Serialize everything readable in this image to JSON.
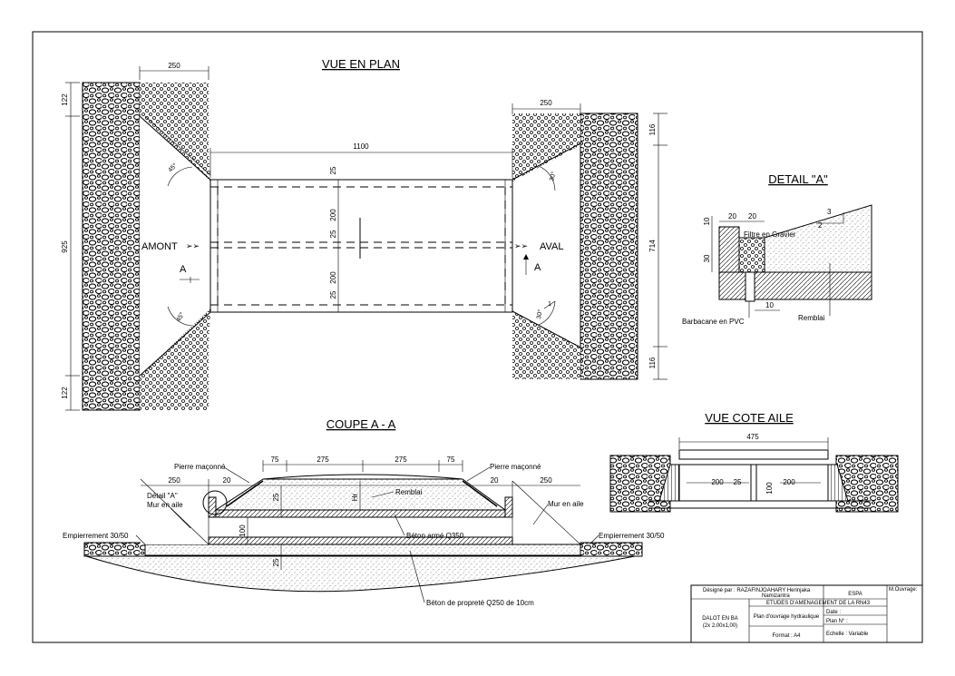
{
  "titles": {
    "plan": "VUE EN PLAN",
    "detail": "DETAIL \"A\"",
    "section": "COUPE A - A",
    "side": "VUE COTE AILE"
  },
  "plan": {
    "dim_250_left": "250",
    "dim_250_right": "250",
    "dim_1100": "1100",
    "dim_122_top": "122",
    "dim_122_bottom": "122",
    "dim_925": "925",
    "dim_116_top": "116",
    "dim_116_bottom": "116",
    "dim_714": "714",
    "dim_25_a": "25",
    "dim_200_a": "200",
    "dim_25_b": "25",
    "dim_200_b": "200",
    "dim_25_c": "25",
    "angle_45_top": "45°",
    "angle_45_bottom": "45°",
    "angle_30_top": "30°",
    "angle_30_bottom": "30°",
    "slope_1": "1",
    "amont": "AMONT",
    "aval": "AVAL",
    "section_mark_left": "A",
    "section_mark_right": "A"
  },
  "detail": {
    "dim_20_a": "20",
    "dim_20_b": "20",
    "dim_10_top": "10",
    "dim_30": "30",
    "dim_10_bottom": "10",
    "slope_3": "3",
    "slope_2": "2",
    "filtre": "Filtre en Gravier",
    "barbacane": "Barbacane en PVC",
    "remblai": "Remblai"
  },
  "section": {
    "dim_75_left": "75",
    "dim_275_left": "275",
    "dim_275_right": "275",
    "dim_75_right": "75",
    "dim_250_left": "250",
    "dim_20_left": "20",
    "dim_20_right": "20",
    "dim_250_right": "250",
    "dim_25_top": "25",
    "dim_hr": "Hr",
    "dim_100": "100",
    "dim_25_bottom": "25",
    "pierre_left": "Pierre maçonné",
    "pierre_right": "Pierre maçonné",
    "detail_a": "Détail \"A\"",
    "mur_left": "Mur en aile",
    "mur_right": "Mur en aile",
    "remblai": "Remblai",
    "beton_arme": "Béton armé Q350",
    "beton_proprete": "Béton de propreté Q250 de 10cm",
    "empierrement_left": "Empierrement 30/50",
    "empierrement_right": "Empierrement 30/50"
  },
  "side": {
    "dim_475": "475",
    "dim_200_left": "200",
    "dim_25": "25",
    "dim_100": "100",
    "dim_200_right": "200"
  },
  "title_block": {
    "designed_by_label": "Désigné par : RAZAFINJOAHARY Herinjaka",
    "designed_by_name": "Namizantra",
    "school": "ESPA",
    "ouvrage": "M.Ouvrage:",
    "project": "ETUDES D'AMENAGEMENT DE LA RN43",
    "object_line1": "DALOT EN BA",
    "object_line2": "(2x 2,00x1,00)",
    "plan_type": "Plan d'ouvrage hydraulique",
    "date": "Date :",
    "plan_no": "Plan N° :",
    "format": "Format : A4",
    "echelle": "Echelle : Variable"
  }
}
